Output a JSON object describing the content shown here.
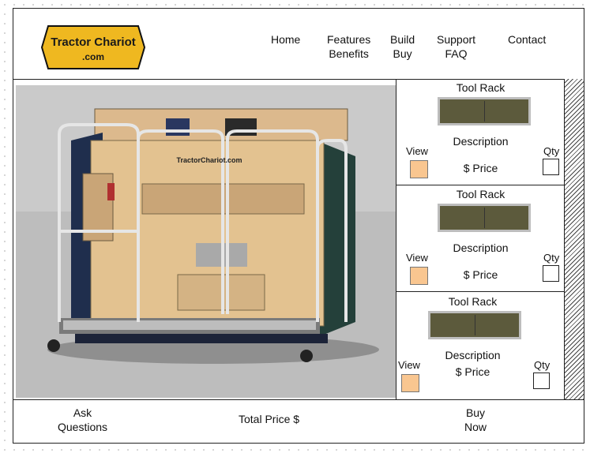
{
  "logo": {
    "line1": "Tractor Chariot",
    "line2": ".com"
  },
  "nav": [
    {
      "line1": "Home",
      "line2": ""
    },
    {
      "line1": "Features",
      "line2": "Benefits"
    },
    {
      "line1": "Build",
      "line2": "Buy"
    },
    {
      "line1": "Support",
      "line2": "FAQ"
    },
    {
      "line1": "Contact",
      "line2": ""
    }
  ],
  "hero": {
    "caption": "TractorChariot.com"
  },
  "products": [
    {
      "title": "Tool Rack",
      "description": "Description",
      "price": "$ Price",
      "view_label": "View",
      "qty_label": "Qty"
    },
    {
      "title": "Tool Rack",
      "description": "Description",
      "price": "$ Price",
      "view_label": "View",
      "qty_label": "Qty"
    },
    {
      "title": "Tool Rack",
      "description": "Description",
      "price": "$ Price",
      "view_label": "View",
      "qty_label": "Qty"
    }
  ],
  "footer": {
    "ask_line1": "Ask",
    "ask_line2": "Questions",
    "total_label": "Total Price $",
    "buy_line1": "Buy",
    "buy_line2": "Now"
  },
  "colors": {
    "logo_gold": "#efb820",
    "view_box": "#f9c690",
    "thumb": "#5c5a3c"
  }
}
